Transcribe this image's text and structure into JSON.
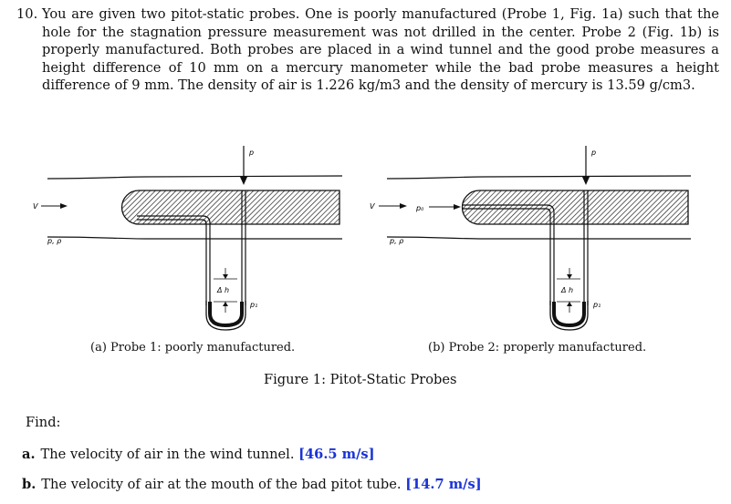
{
  "problem": {
    "number": "10.",
    "text": "You are given two pitot-static probes. One is poorly manufactured (Probe 1, Fig. 1a) such that the hole for the stagnation pressure measurement was not drilled in the center. Probe 2 (Fig. 1b) is properly manufactured. Both probes are placed in a wind tunnel and the good probe measures a height difference of 10 mm on a mercury manometer while the bad probe measures a height difference of 9 mm. The density of air is 1.226 kg/m3 and the density of mercury is 13.59 g/cm3."
  },
  "figure": {
    "caption": "Figure 1: Pitot-Static Probes",
    "panel_a": {
      "caption": "(a) Probe 1: poorly manufactured.",
      "label_V": "V",
      "label_prho": "p, ρ",
      "label_p": "p",
      "label_dh": "Δ h",
      "label_pt": "p₁"
    },
    "panel_b": {
      "caption": "(b) Probe 2: properly manufactured.",
      "label_V": "V",
      "label_p0": "p₀",
      "label_prho": "p, ρ",
      "label_p": "p",
      "label_dh": "Δ h",
      "label_pt": "p₁"
    }
  },
  "find": {
    "heading": "Find:",
    "items": [
      {
        "letter": "a.",
        "text": "The velocity of air in the wind tunnel.",
        "answer": "[46.5 m/s]"
      },
      {
        "letter": "b.",
        "text": "The velocity of air at the mouth of the bad pitot tube.",
        "answer": "[14.7 m/s]"
      }
    ]
  }
}
